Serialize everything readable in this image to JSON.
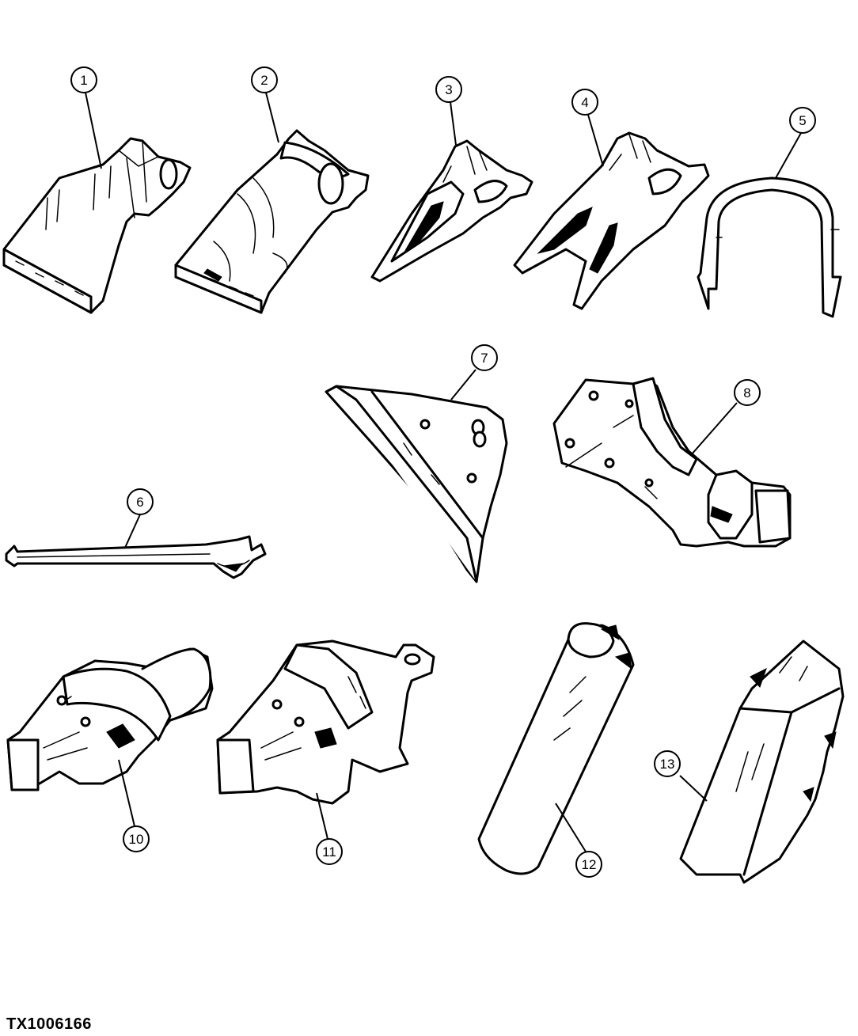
{
  "figure_id": "TX1006166",
  "callouts": [
    "1",
    "2",
    "3",
    "4",
    "5",
    "6",
    "7",
    "8",
    "10",
    "11",
    "12",
    "13"
  ]
}
